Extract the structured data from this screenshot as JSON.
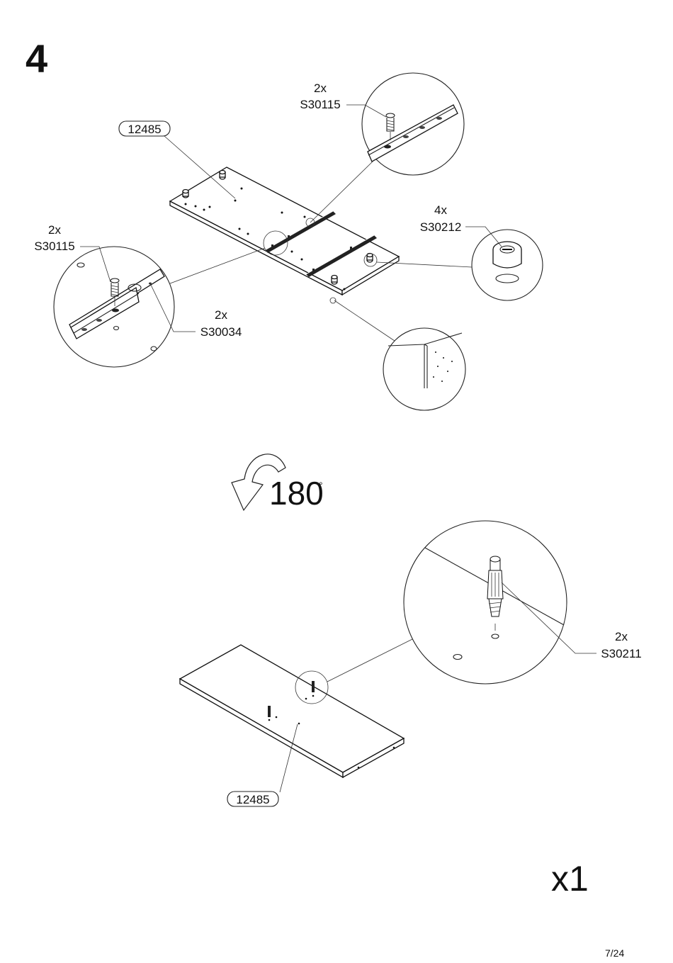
{
  "step_number": "4",
  "top_board": {
    "part_no": "12485"
  },
  "callouts": {
    "rail_screws_right": {
      "qty": "2x",
      "code": "S30115"
    },
    "rail_screws_left": {
      "qty": "2x",
      "code": "S30115"
    },
    "rail": {
      "qty": "2x",
      "code": "S30034"
    },
    "cam_locks": {
      "qty": "4x",
      "code": "S30212"
    },
    "cam_dowels": {
      "qty": "2x",
      "code": "S30211"
    }
  },
  "rotation": {
    "value": "180",
    "unit": "°"
  },
  "bottom_board": {
    "part_no": "12485"
  },
  "multiplier": "x1",
  "page": "7/24"
}
